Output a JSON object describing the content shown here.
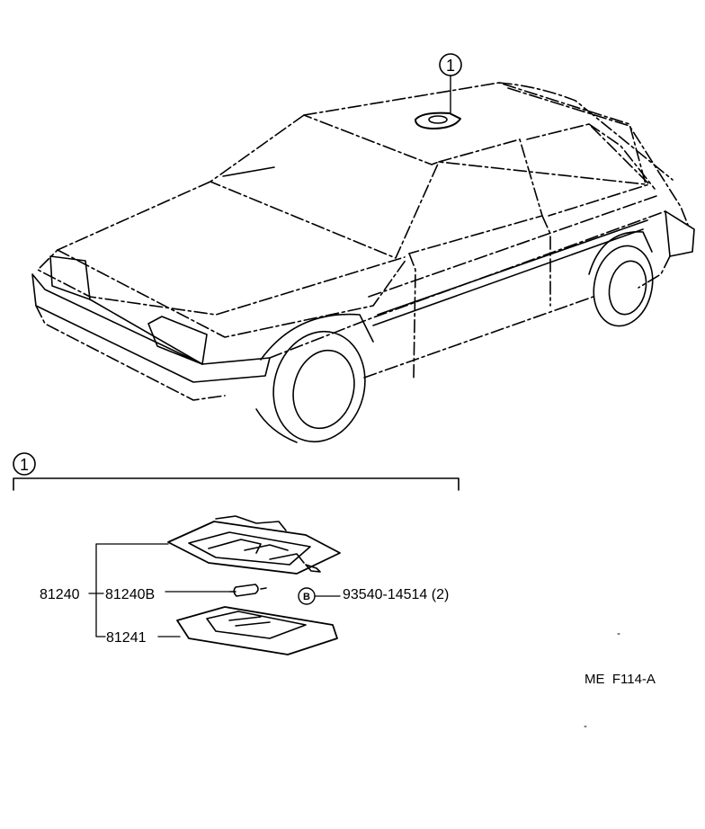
{
  "callouts": {
    "roof": "1",
    "group": "1",
    "bolt": "B"
  },
  "parts": {
    "assembly": "81240",
    "bulb": "81240B",
    "lens": "81241",
    "screw": "93540-14514 (2)"
  },
  "diagram_code": "ME  F114-A"
}
